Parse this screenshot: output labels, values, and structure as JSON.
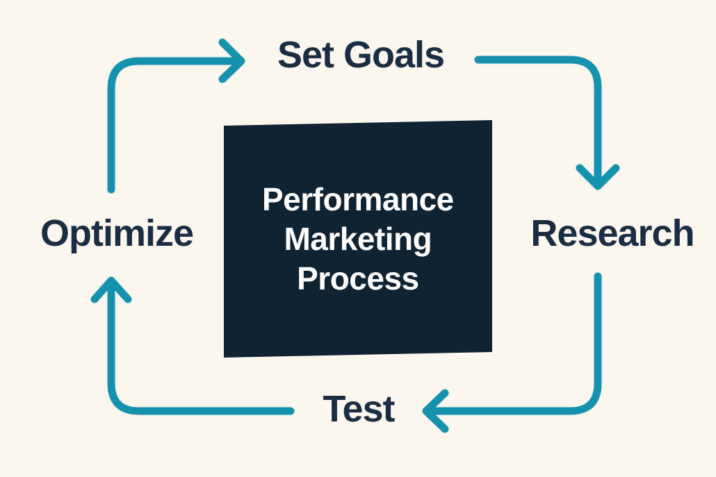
{
  "title": "Performance Marketing Process",
  "center": {
    "lines": [
      "Performance",
      "Marketing",
      "Process"
    ]
  },
  "stages": [
    {
      "label": "Set Goals",
      "position": "top"
    },
    {
      "label": "Research",
      "position": "right"
    },
    {
      "label": "Test",
      "position": "bottom"
    },
    {
      "label": "Optimize",
      "position": "left"
    }
  ],
  "flow": {
    "type": "cycle",
    "sequence": [
      "Set Goals",
      "Research",
      "Test",
      "Optimize"
    ],
    "arrows": [
      {
        "from": "Set Goals",
        "to": "Research"
      },
      {
        "from": "Research",
        "to": "Test"
      },
      {
        "from": "Test",
        "to": "Optimize"
      },
      {
        "from": "Optimize",
        "to": "Set Goals"
      }
    ]
  },
  "colors": {
    "background": "#FBF7EF",
    "box": "#102333",
    "label": "#1B2D42",
    "arrow": "#1492AE",
    "box_text": "#FFFFFF"
  }
}
